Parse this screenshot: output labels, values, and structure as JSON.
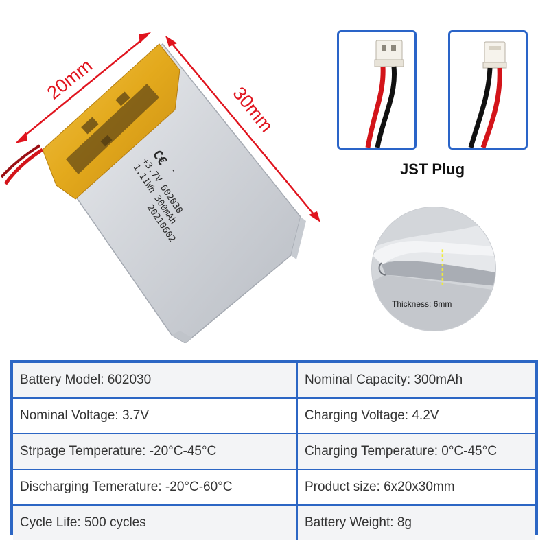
{
  "dimensions": {
    "width_label": "20mm",
    "length_label": "30mm"
  },
  "battery_label": {
    "brand_mark": "C€",
    "line1": "+3.7V  602030",
    "line2": "1.11Wh  300mAh",
    "line3": "20210602",
    "minus": "-"
  },
  "connector": {
    "caption": "JST Plug"
  },
  "thickness": {
    "label": "Thickness:",
    "value": "6mm"
  },
  "specs": [
    [
      {
        "label": "Battery Model:",
        "value": "602030"
      },
      {
        "label": "Nominal Capacity:",
        "value": "300mAh"
      }
    ],
    [
      {
        "label": "Nominal Voltage:",
        "value": "3.7V"
      },
      {
        "label": "Charging Voltage:",
        "value": "4.2V"
      }
    ],
    [
      {
        "label": "Strpage Temperature:",
        "value": "-20°C-45°C"
      },
      {
        "label": "Charging Temperature:",
        "value": "0°C-45°C"
      }
    ],
    [
      {
        "label": "Discharging Temerature:",
        "value": "-20°C-60°C"
      },
      {
        "label": "Product size:",
        "value": "6x20x30mm"
      }
    ],
    [
      {
        "label": "Cycle Life:",
        "value": "500 cycles"
      },
      {
        "label": "Battery Weight:",
        "value": "8g"
      }
    ]
  ],
  "colors": {
    "accent_blue": "#2c66c4",
    "dimension_red": "#e0141e",
    "tape_yellow": "#e7b024",
    "wire_red": "#d3141a",
    "wire_black": "#111111"
  }
}
